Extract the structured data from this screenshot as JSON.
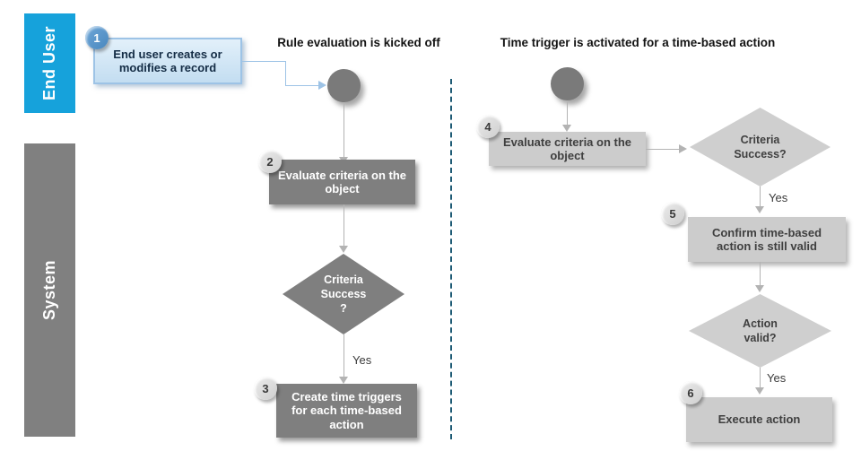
{
  "lanes": {
    "end_user": "End User",
    "system": "System"
  },
  "left_flow": {
    "title": "Rule evaluation is kicked off",
    "step1_num": "1",
    "step1_label": "End user creates or modifies a record",
    "step2_num": "2",
    "step2_label": "Evaluate criteria on the object",
    "decision_line1": "Criteria",
    "decision_line2": "Success",
    "decision_line3": "?",
    "yes_label": "Yes",
    "step3_num": "3",
    "step3_label": "Create time triggers for each time-based action"
  },
  "right_flow": {
    "title": "Time trigger is activated for a time-based action",
    "step4_num": "4",
    "step4_label": "Evaluate criteria on the object",
    "decision1_line1": "Criteria",
    "decision1_line2": "Success?",
    "yes1_label": "Yes",
    "step5_num": "5",
    "step5_label": "Confirm time-based action is still valid",
    "decision2_line1": "Action",
    "decision2_line2": "valid?",
    "yes2_label": "Yes",
    "step6_num": "6",
    "step6_label": "Execute action"
  },
  "colors": {
    "end_user_lane": "#16A2DB",
    "system_lane": "#808080",
    "dark_shape": "#7F7F7F",
    "light_shape": "#CCCCCC",
    "step1_fill": "#C3DDF1",
    "step1_border": "#9DC3E6",
    "badge_blue": "#4E8FC6",
    "badge_gray": "#D9D9D9",
    "connector_blue": "#9DC3E6",
    "arrow_gray": "#B3B3B3",
    "separator_blue": "#1E5B75"
  }
}
